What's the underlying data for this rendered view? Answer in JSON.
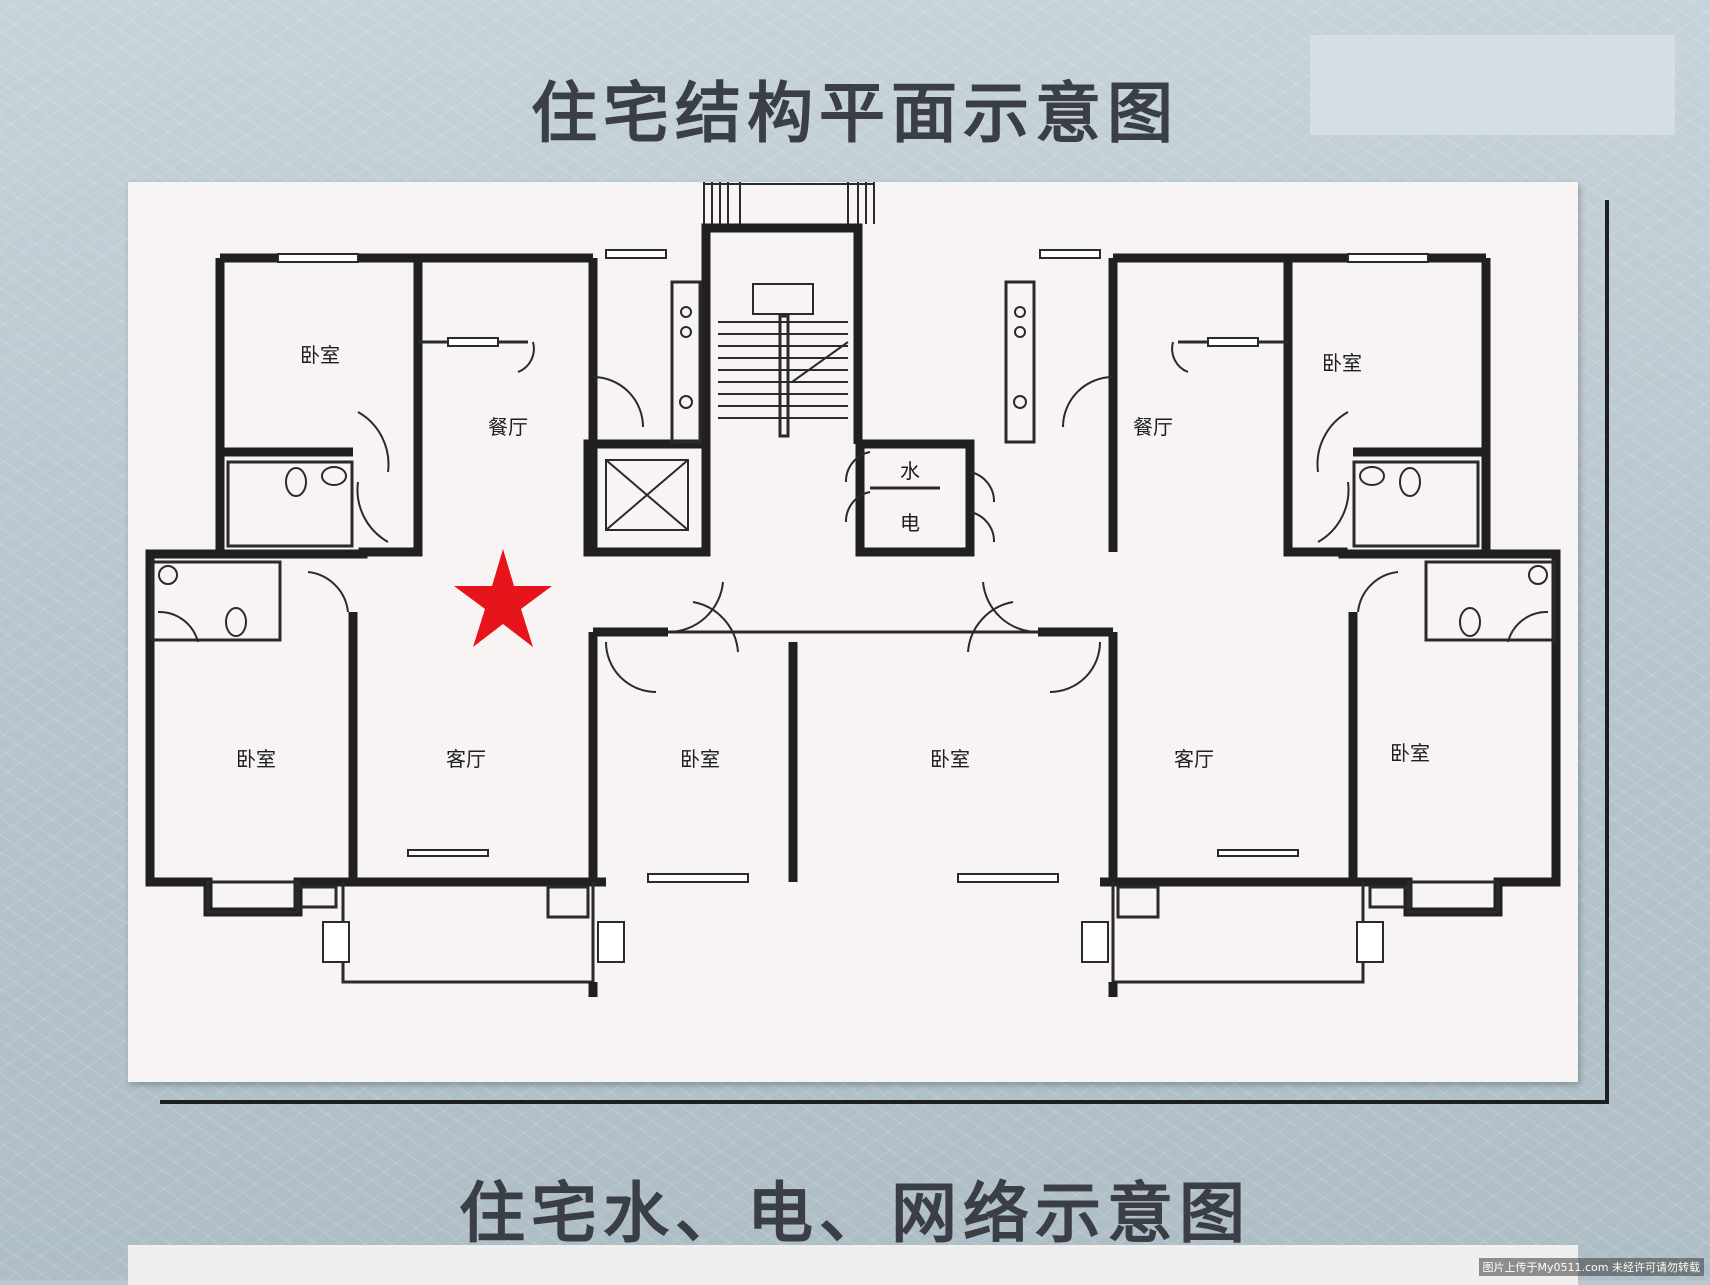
{
  "titles": {
    "top": "住宅结构平面示意图",
    "bottom": "住宅水、电、网络示意图"
  },
  "rooms": {
    "left": {
      "bedroom_top": "卧室",
      "dining": "餐厅",
      "bedroom_bottom": "卧室",
      "living": "客厅",
      "bedroom_middle": "卧室"
    },
    "right": {
      "bedroom_top": "卧室",
      "dining": "餐厅",
      "bedroom_middle": "卧室",
      "living": "客厅",
      "bedroom_bottom": "卧室"
    },
    "utility": {
      "water": "水",
      "electric": "电"
    }
  },
  "marker": {
    "symbol": "star",
    "color": "#e8141c"
  },
  "footer": {
    "credit": "图片上传于My0511.com 未经许可请勿转载"
  },
  "colors": {
    "wall": "#202020",
    "paper": "#f7f4f3",
    "background": "#b9c7cf"
  }
}
